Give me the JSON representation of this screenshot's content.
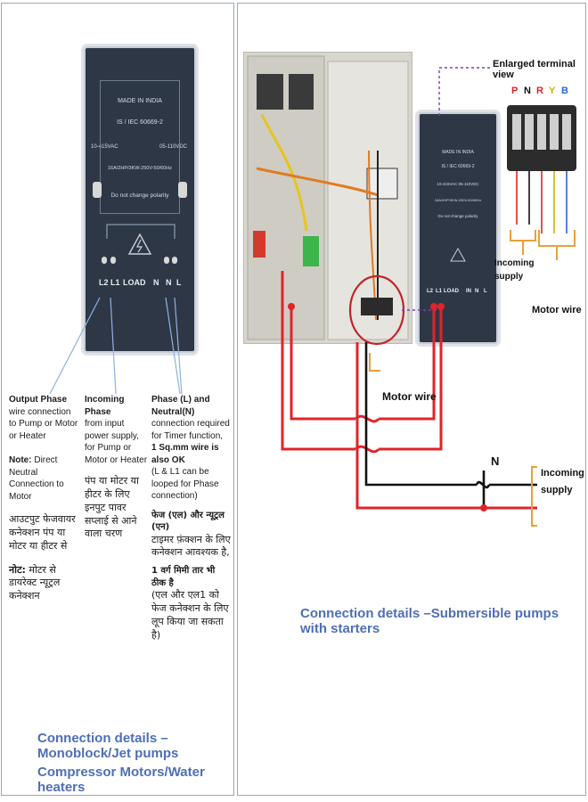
{
  "left": {
    "device": {
      "made_in": "MADE IN INDIA",
      "standard": "IS / IEC 60669-2",
      "voltage_ac": "10-415VAC",
      "voltage_dc": "05-110VDC",
      "rating": "16A/2HP/3KW-250V-50/60Hz",
      "warning": "Do not change polarity",
      "terminals": [
        "L2",
        "L1",
        "LOAD",
        "N",
        "N",
        "L"
      ]
    },
    "output": {
      "title": "Output Phase",
      "text": "wire connection to Pump or Motor or Heater",
      "note_label": "Note:",
      "note_text": "Direct Neutral Connection to Motor",
      "hindi1": "आउटपुट फेजवायर कनेक्शन पंप या मोटर या हीटर से",
      "hindi_note_label": "नोट:",
      "hindi_note": "मोटर से डायरेक्ट न्यूट्रल कनेक्शन"
    },
    "incoming": {
      "title": "Incoming Phase",
      "text": "from input power supply, for Pump or Motor or Heater",
      "hindi": "पंप या मोटर या हीटर के लिए इनपुट पावर सप्लाई से आने वाला चरण"
    },
    "phase_neutral": {
      "title": "Phase (L) and Neutral(N)",
      "text": "connection required for Timer function,",
      "bold_line": "1 Sq.mm wire is also OK",
      "text2": "(L & L1 can be looped for Phase connection)",
      "hindi_title": "फेज (एल) और न्यूट्रल (एन)",
      "hindi1": "टाइमर फ़ंक्शन के लिए कनेक्शन आवश्यक है,",
      "hindi_bold": "1 वर्ग मिमी तार भी ठीक है",
      "hindi2": "(एल और एल1 को फेज कनेक्शन के लिए लूप किया जा सकता है)"
    },
    "caption_line1": "Connection details –Monoblock/Jet pumps",
    "caption_line2": "Compressor Motors/Water heaters"
  },
  "right": {
    "enlarged_label": "Enlarged terminal view",
    "terminal_letters": [
      "P",
      "N",
      "R",
      "Y",
      "B"
    ],
    "terminal_colors": [
      "#e0242a",
      "#111111",
      "#e0242a",
      "#d4b000",
      "#2a66d8"
    ],
    "incoming_supply_small": "Incoming supply",
    "motor_wire_small": "Motor wire",
    "motor_wire": "Motor wire",
    "n_label": "N",
    "incoming_supply": "Incoming supply",
    "device": {
      "made_in": "MADE IN INDIA",
      "standard": "IS / IEC 60669-2",
      "voltage": "10-415VAC  05-110VDC",
      "rating": "16A/2HP/3KW-250V-50/60Hz",
      "warning": "Do not change polarity",
      "terminals": [
        "L2",
        "L1",
        "LOAD",
        "IN",
        "N",
        "L"
      ]
    },
    "caption": "Connection details –Submersible pumps with starters"
  },
  "colors": {
    "caption": "#4f6fb5",
    "wire_red": "#e0242a",
    "wire_black": "#111111",
    "bracket": "#e8a03a",
    "device": "#2e3746"
  }
}
